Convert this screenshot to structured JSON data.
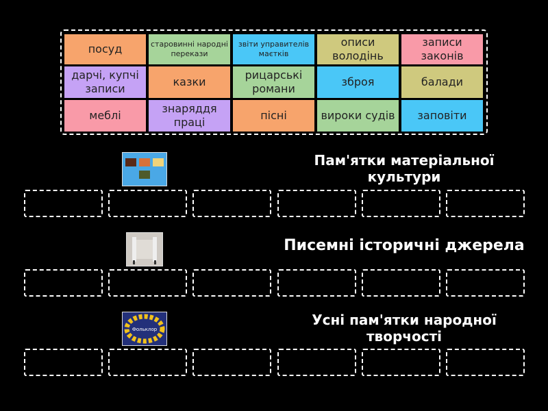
{
  "cards": [
    {
      "label": "посуд",
      "color": "#f7a46c"
    },
    {
      "label": "старовинні народні перекази",
      "color": "#a6d49a"
    },
    {
      "label": "звіти управителів маєтків",
      "color": "#4ac7f7"
    },
    {
      "label": "описи володінь",
      "color": "#cfc97e"
    },
    {
      "label": "записи законів",
      "color": "#f99aa8"
    },
    {
      "label": "дарчі, купчі записи",
      "color": "#c5a2f5"
    },
    {
      "label": "казки",
      "color": "#f7a46c"
    },
    {
      "label": "рицарські романи",
      "color": "#a6d49a"
    },
    {
      "label": "зброя",
      "color": "#4ac7f7"
    },
    {
      "label": "балади",
      "color": "#cfc97e"
    },
    {
      "label": "меблі",
      "color": "#f99aa8"
    },
    {
      "label": "знаряддя праці",
      "color": "#c5a2f5"
    },
    {
      "label": "пісні",
      "color": "#f7a46c"
    },
    {
      "label": "вироки судів",
      "color": "#a6d49a"
    },
    {
      "label": "заповіти",
      "color": "#4ac7f7"
    }
  ],
  "groups": [
    {
      "title": "Пам'ятки матеріальної культури",
      "image": "pottery-image"
    },
    {
      "title": "Писемні історичні джерела",
      "image": "scroll-image"
    },
    {
      "title": "Усні пам'ятки народної творчості",
      "image": "folklore-image"
    }
  ]
}
